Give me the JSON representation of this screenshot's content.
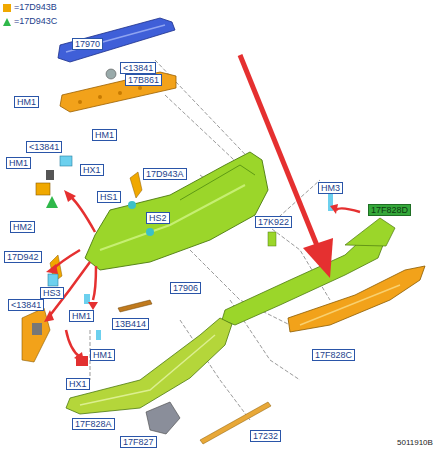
{
  "diagram": {
    "nodes": [
      {
        "text": [
          "17970"
        ]
      },
      {
        "text": [
          "<13841"
        ]
      },
      {
        "text": [
          "17B861"
        ]
      },
      {
        "text": [
          "HM1"
        ]
      },
      {
        "text": [
          "HM1"
        ]
      },
      {
        "text": [
          "<13841"
        ]
      },
      {
        "text": [
          "HM1"
        ]
      },
      {
        "text": [
          "HX1"
        ]
      },
      {
        "text": [
          "17D943A"
        ]
      },
      {
        "text": [
          "HM3"
        ]
      },
      {
        "text": [
          "HS1"
        ]
      },
      {
        "text": [
          "17F828D"
        ]
      },
      {
        "text": [
          "HS2"
        ]
      },
      {
        "text": [
          "17K922"
        ]
      },
      {
        "text": [
          "HM2"
        ]
      },
      {
        "text": [
          "17D942"
        ]
      },
      {
        "text": [
          "17906"
        ]
      },
      {
        "text": [
          "HS3"
        ]
      },
      {
        "text": [
          "<13841"
        ]
      },
      {
        "text": [
          "HM1"
        ]
      },
      {
        "text": [
          "13B414"
        ]
      },
      {
        "text": [
          "HM1"
        ]
      },
      {
        "text": [
          "17F828C"
        ]
      },
      {
        "text": [
          "HX1"
        ]
      },
      {
        "text": [
          "17F828A"
        ]
      },
      {
        "text": [
          "17232"
        ]
      },
      {
        "text": [
          "17F827"
        ]
      }
    ],
    "labels": [
      "5011910B"
    ],
    "legend": [
      {
        "text": "=17D943B",
        "color": "#f0a800"
      },
      {
        "text": "=17D943C"
      }
    ]
  }
}
